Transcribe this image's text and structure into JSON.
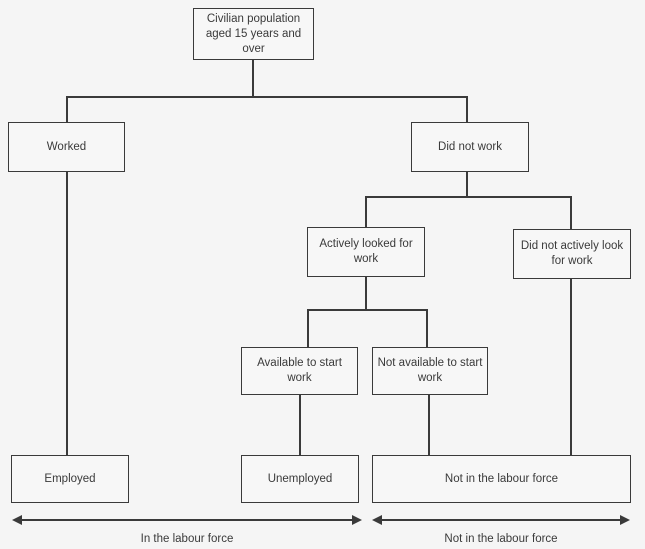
{
  "diagram": {
    "title": "Labour force framework flowchart",
    "background_color": "#f5f5f5",
    "line_color": "#3a3a3a",
    "node_fill_color": "#f7f7f7",
    "nodes": {
      "civilian_population": "Civilian population aged 15 years and over",
      "worked": "Worked",
      "did_not_work": "Did not work",
      "actively_looked": "Actively looked for work",
      "did_not_actively_look": "Did not actively look for work",
      "available_to_start": "Available to start work",
      "not_available_to_start": "Not available to start work",
      "employed": "Employed",
      "unemployed": "Unemployed",
      "not_in_labour_force": "Not in the labour force"
    },
    "axes": [
      {
        "label": "In the labour force"
      },
      {
        "label": "Not in the labour force"
      }
    ]
  }
}
